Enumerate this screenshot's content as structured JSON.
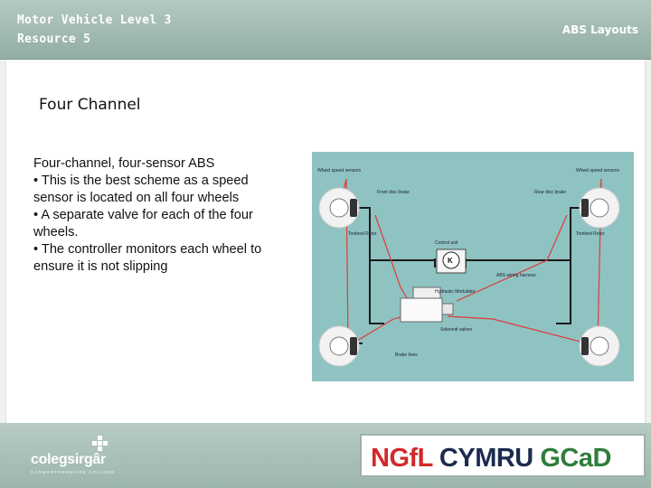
{
  "header": {
    "line1": "Motor Vehicle Level 3",
    "line2": "Resource 5",
    "right_title": "ABS Layouts"
  },
  "slide": {
    "heading": "Four Channel",
    "lines": [
      "Four-channel, four-sensor ABS",
      "• This is the best scheme as a speed sensor is located  on all four wheels",
      "• A separate valve for each of the four wheels.",
      "• The controller monitors each wheel to ensure it is not slipping"
    ]
  },
  "diagram": {
    "labels": {
      "wheel_speed_left": "Wheel speed sensors",
      "wheel_speed_right": "Wheel speed sensors",
      "front_disc_brake_left": "Front disc brake",
      "front_disc_brake_right": "Rear disc brake",
      "toothed_rotor_left": "Toothed Rotor",
      "toothed_rotor_right": "Toothed Rotor",
      "control_unit": "Control unit",
      "k": "K",
      "abs_wiring": "ABS wiring harness",
      "hydraulic_modulator": "Hydraulic Modulator",
      "solenoid_valves": "Solenoid valves",
      "brake_lines": "Brake lines"
    },
    "colors": {
      "background": "#8ec3c2",
      "wire": "#1a1a1a",
      "brake_line": "#e03a3a"
    }
  },
  "footer": {
    "left_logo": {
      "name": "colegsirgâr",
      "sub": "CARMARTHENSHIRE COLLEGE"
    },
    "right_logo": {
      "part1": "NGfL",
      "part2": "CYMRU",
      "part3": "GCaD"
    }
  }
}
